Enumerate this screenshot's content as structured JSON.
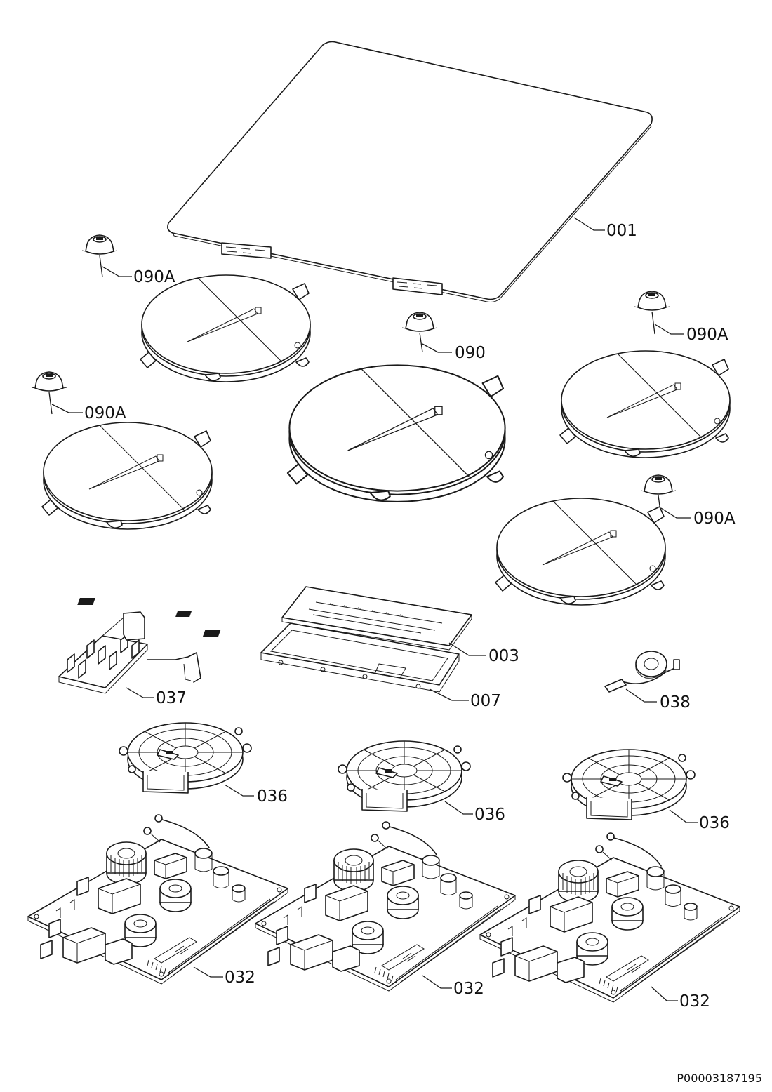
{
  "callouts": {
    "c001": "001",
    "c090a_1": "090A",
    "c090": "090",
    "c090a_2": "090A",
    "c090a_3": "090A",
    "c090a_4": "090A",
    "c003": "003",
    "c037": "037",
    "c007": "007",
    "c038": "038",
    "c036_1": "036",
    "c036_2": "036",
    "c036_3": "036",
    "c032_1": "032",
    "c032_2": "032",
    "c032_3": "032"
  },
  "document_code": "P00003187195"
}
